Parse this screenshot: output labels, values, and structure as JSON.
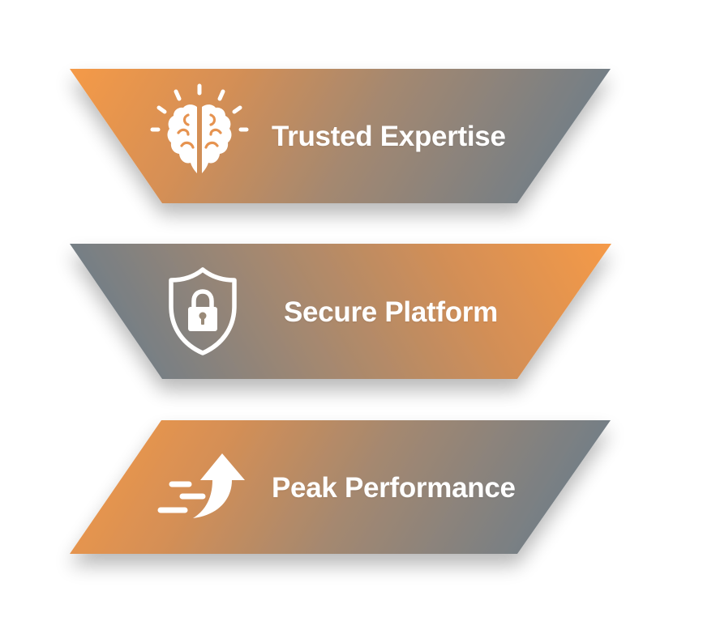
{
  "colors": {
    "orange": "#F59A48",
    "gray": "#727E87",
    "background": "#FFFFFF",
    "text": "#FFFFFF"
  },
  "banners": [
    {
      "id": "trusted-expertise",
      "label": "Trusted Expertise",
      "icon": "brain-lightbulb-icon",
      "shape": "inverted-trapezoid",
      "gradient": "orange-left-to-gray-right"
    },
    {
      "id": "secure-platform",
      "label": "Secure Platform",
      "icon": "shield-lock-icon",
      "shape": "inverted-trapezoid",
      "gradient": "gray-left-to-orange-right"
    },
    {
      "id": "peak-performance",
      "label": "Peak Performance",
      "icon": "speed-arrow-up-icon",
      "shape": "parallelogram",
      "gradient": "orange-left-to-gray-right"
    }
  ]
}
